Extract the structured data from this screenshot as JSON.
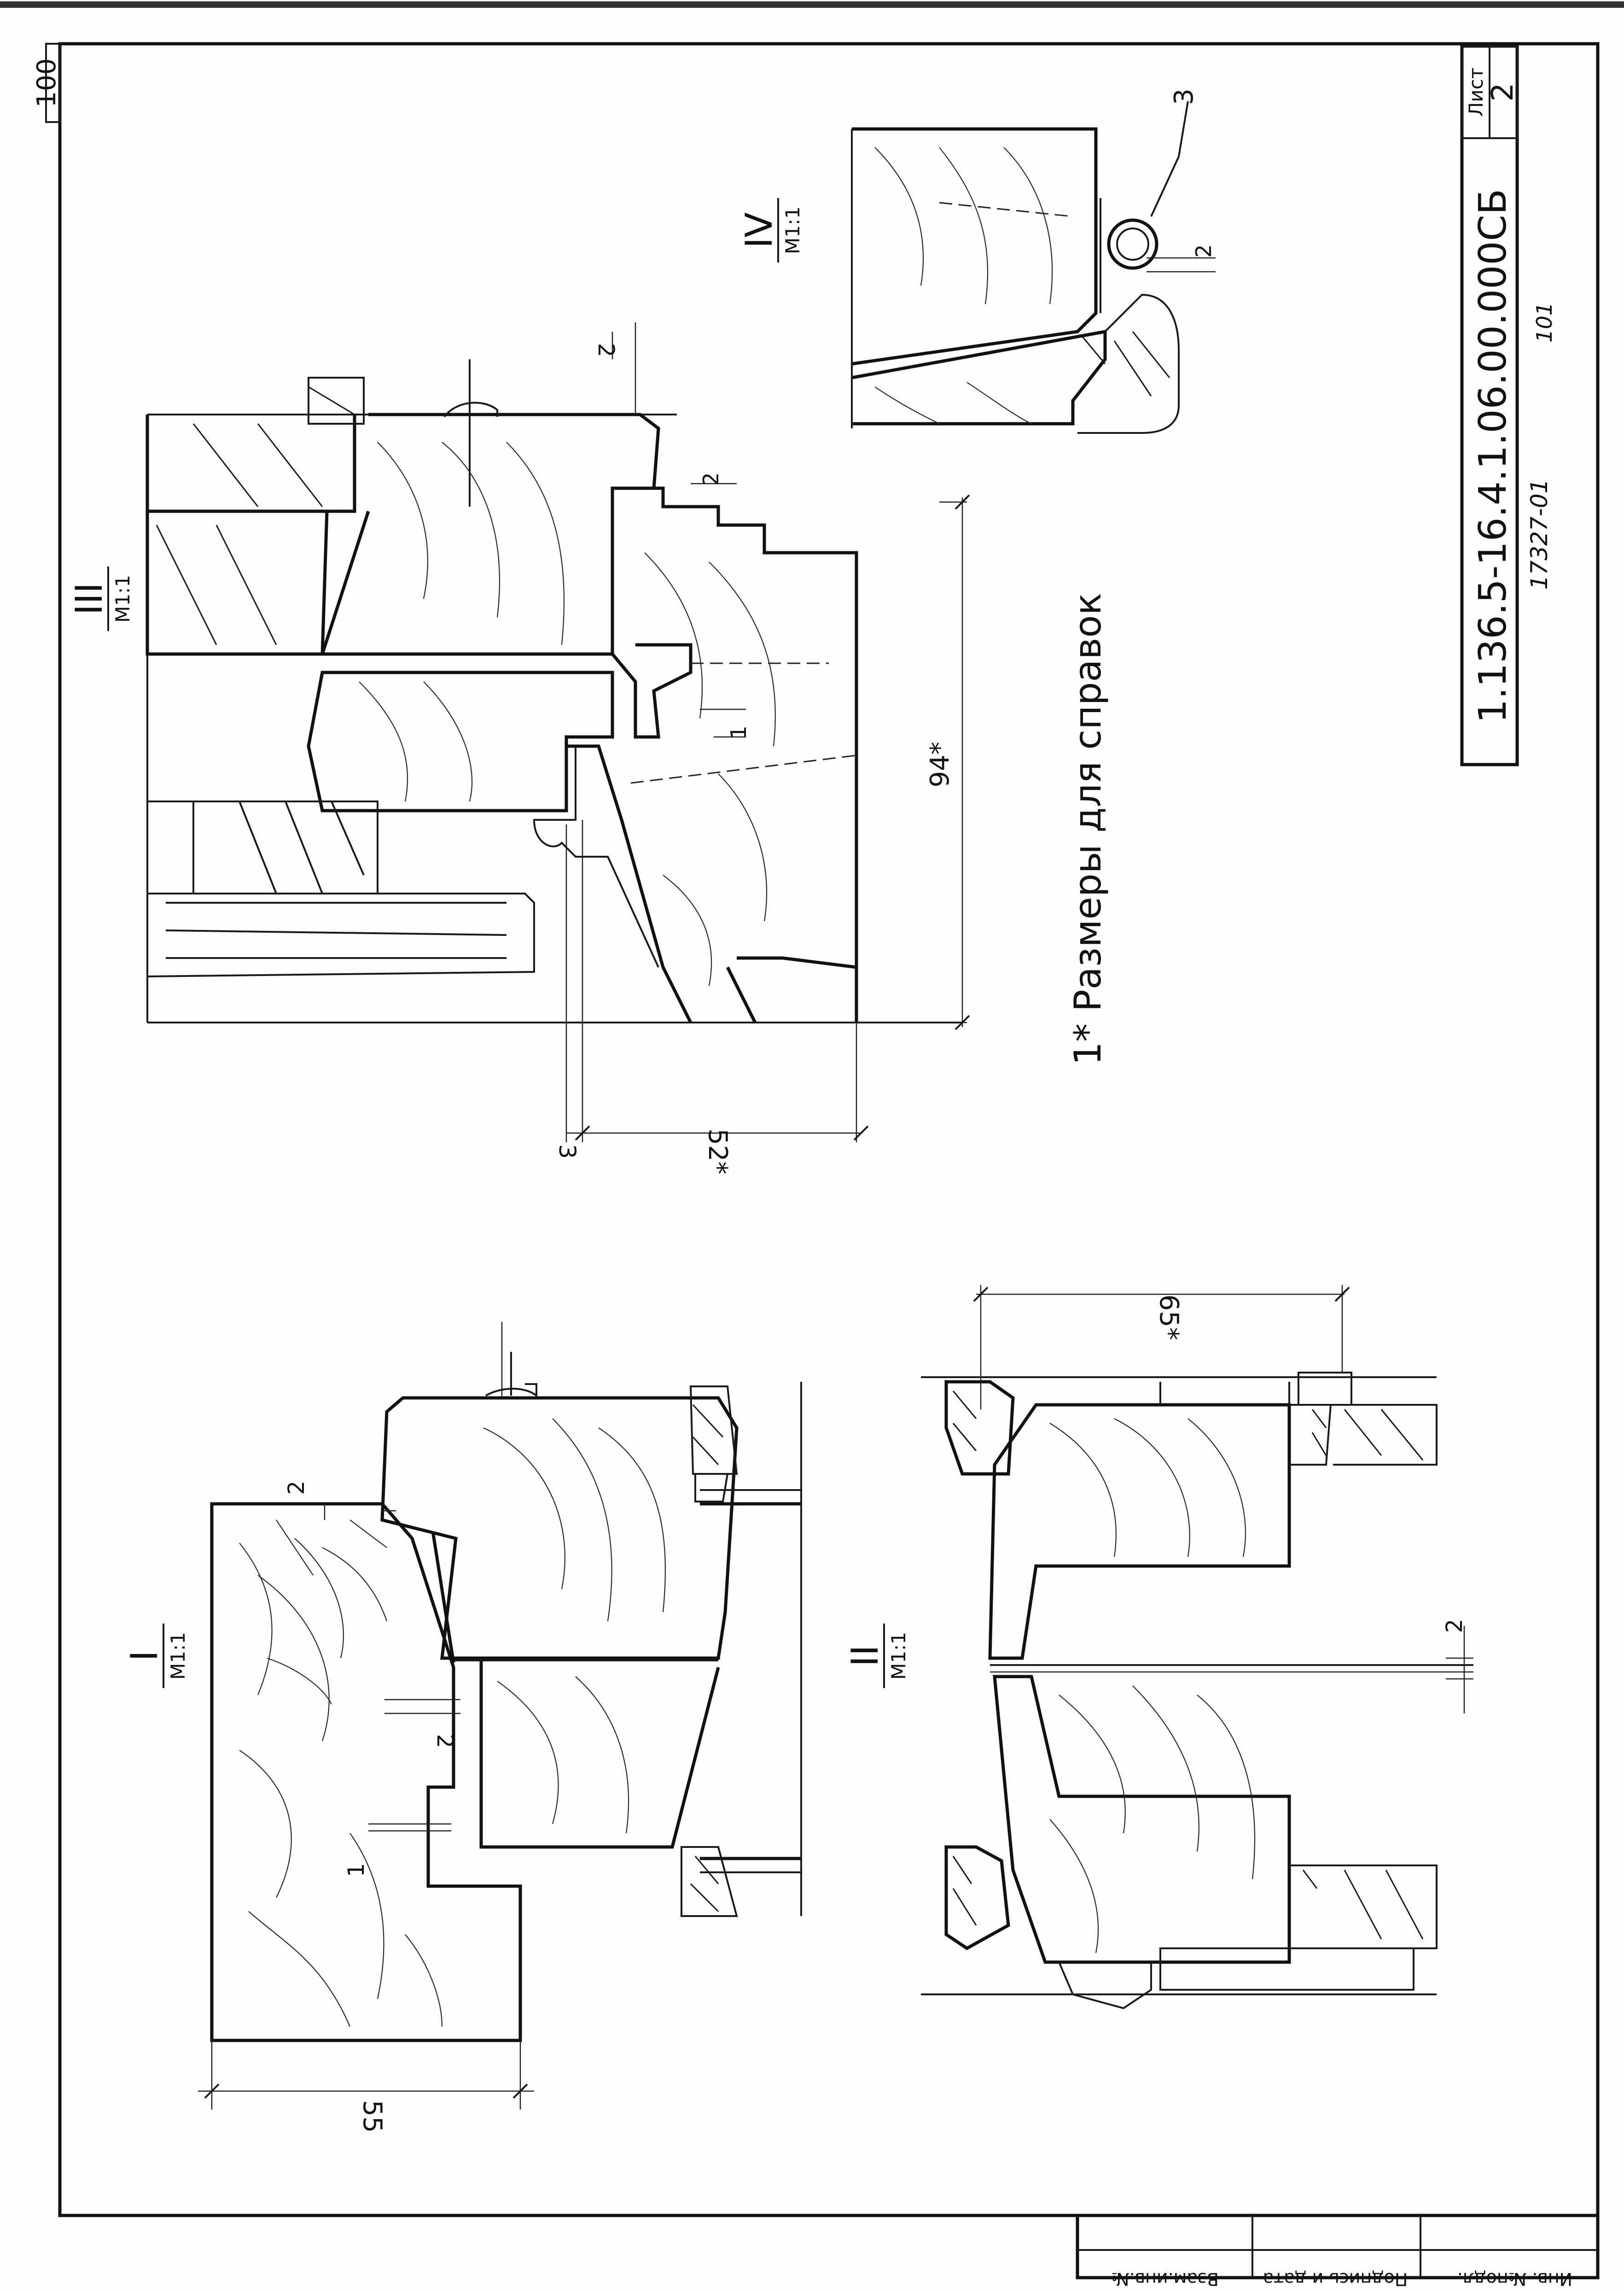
{
  "corner_number": "100",
  "sheet_label": "Лист",
  "sheet_number": "2",
  "document_code": "1.136.5-16.4.1.06.00.000СБ",
  "archive_number": "17327-01",
  "archive_copy": "101",
  "note": "1* Размеры для справок",
  "stamp_fields": [
    "Инв. №подл.",
    "Подпись и дата",
    "Взам.инв.№"
  ],
  "sections": {
    "s1": {
      "numeral": "I",
      "scale": "М1:1"
    },
    "s2": {
      "numeral": "II",
      "scale": "М1:1"
    },
    "s3": {
      "numeral": "III",
      "scale": "М1:1"
    },
    "s4": {
      "numeral": "IV",
      "scale": "М1:1"
    }
  },
  "dimensions": {
    "d55": "55",
    "d65": "65*",
    "d94": "94*",
    "d52": "52*",
    "d2a": "2",
    "d2b": "2",
    "d1a": "1",
    "d2c": "2",
    "d2d": "2",
    "d2e": "2",
    "d1b": "1",
    "d3": "3",
    "d2f": "2",
    "leader3": "3"
  }
}
